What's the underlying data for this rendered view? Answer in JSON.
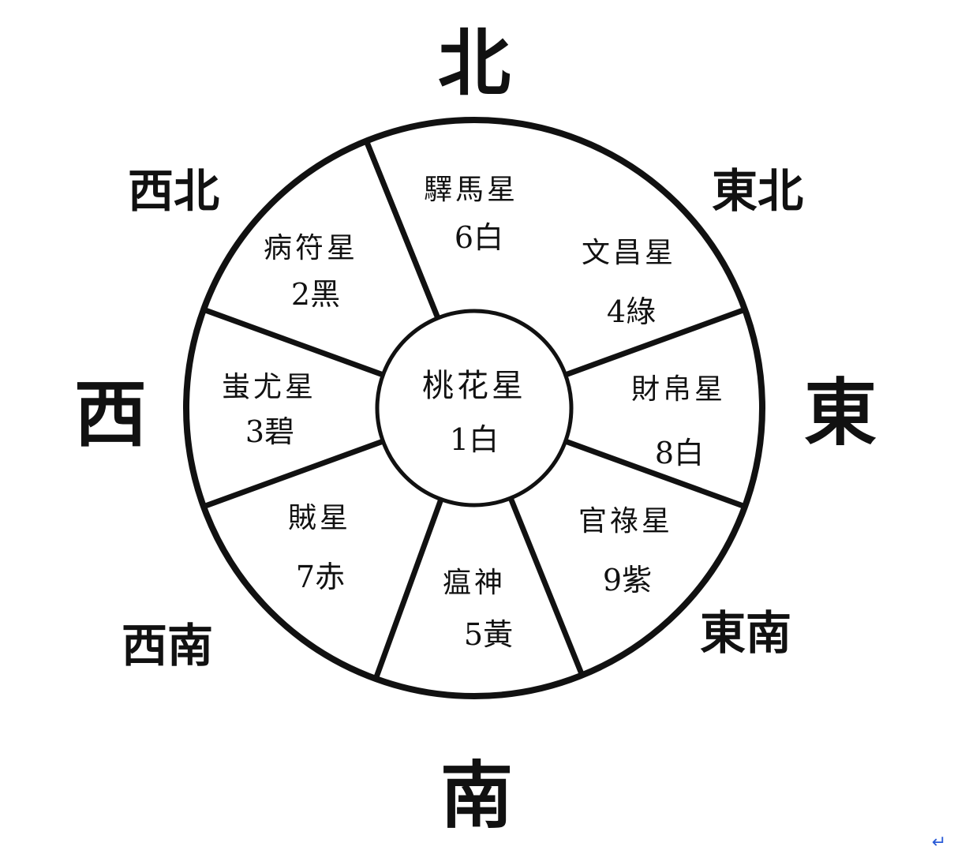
{
  "directions": {
    "north": "北",
    "south": "南",
    "east": "東",
    "west": "西",
    "northeast": "東北",
    "northwest": "西北",
    "southeast": "東南",
    "southwest": "西南"
  },
  "sectors": {
    "north": {
      "star": "驛馬星",
      "number": "6白"
    },
    "northeast": {
      "star": "文昌星",
      "number": "4綠"
    },
    "east": {
      "star": "財帛星",
      "number": "8白"
    },
    "southeast": {
      "star": "官祿星",
      "number": "9紫"
    },
    "south": {
      "star": "瘟神",
      "number": "5黃"
    },
    "southwest": {
      "star": "賊星",
      "number": "7赤"
    },
    "west": {
      "star": "蚩尤星",
      "number": "3碧"
    },
    "northwest": {
      "star": "病符星",
      "number": "2黑"
    }
  },
  "center": {
    "star": "桃花星",
    "number": "1白"
  },
  "return_mark": "↵",
  "colors": {
    "line": "#111111",
    "background": "#ffffff",
    "return_mark": "#2a5bd7"
  }
}
